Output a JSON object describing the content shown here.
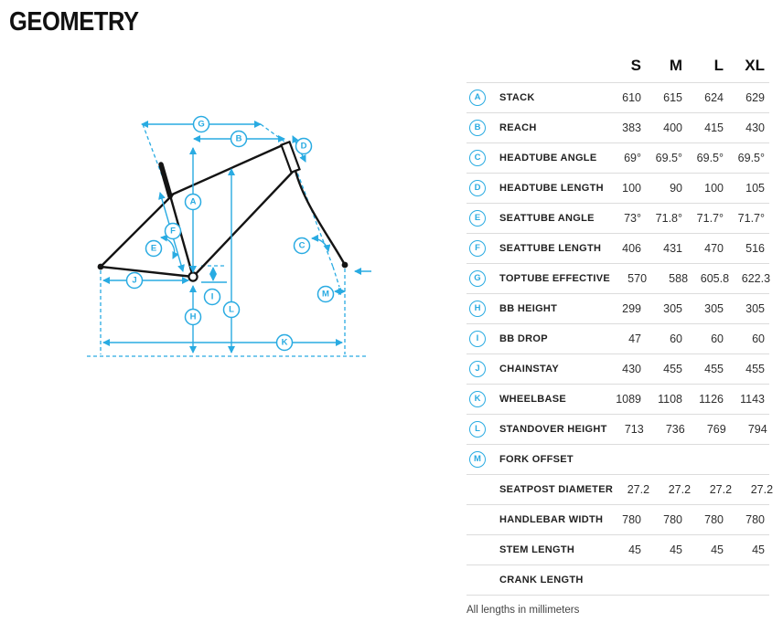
{
  "title": "GEOMETRY",
  "colors": {
    "accent": "#29abe2",
    "frame": "#111111"
  },
  "diagram": {
    "badge_letters": [
      "A",
      "B",
      "C",
      "D",
      "E",
      "F",
      "G",
      "H",
      "I",
      "J",
      "K",
      "L",
      "M"
    ]
  },
  "chart_data": {
    "type": "table",
    "title": "GEOMETRY",
    "columns": [
      "S",
      "M",
      "L",
      "XL"
    ],
    "rows": [
      {
        "letter": "A",
        "label": "STACK",
        "values": [
          "610",
          "615",
          "624",
          "629"
        ]
      },
      {
        "letter": "B",
        "label": "REACH",
        "values": [
          "383",
          "400",
          "415",
          "430"
        ]
      },
      {
        "letter": "C",
        "label": "HEADTUBE ANGLE",
        "values": [
          "69°",
          "69.5°",
          "69.5°",
          "69.5°"
        ]
      },
      {
        "letter": "D",
        "label": "HEADTUBE LENGTH",
        "values": [
          "100",
          "90",
          "100",
          "105"
        ]
      },
      {
        "letter": "E",
        "label": "SEATTUBE ANGLE",
        "values": [
          "73°",
          "71.8°",
          "71.7°",
          "71.7°"
        ]
      },
      {
        "letter": "F",
        "label": "SEATTUBE LENGTH",
        "values": [
          "406",
          "431",
          "470",
          "516"
        ]
      },
      {
        "letter": "G",
        "label": "TOPTUBE EFFECTIVE",
        "values": [
          "570",
          "588",
          "605.8",
          "622.3"
        ]
      },
      {
        "letter": "H",
        "label": "BB HEIGHT",
        "values": [
          "299",
          "305",
          "305",
          "305"
        ]
      },
      {
        "letter": "I",
        "label": "BB DROP",
        "values": [
          "47",
          "60",
          "60",
          "60"
        ]
      },
      {
        "letter": "J",
        "label": "CHAINSTAY",
        "values": [
          "430",
          "455",
          "455",
          "455"
        ]
      },
      {
        "letter": "K",
        "label": "WHEELBASE",
        "values": [
          "1089",
          "1108",
          "1126",
          "1143"
        ]
      },
      {
        "letter": "L",
        "label": "STANDOVER HEIGHT",
        "values": [
          "713",
          "736",
          "769",
          "794"
        ]
      },
      {
        "letter": "M",
        "label": "FORK OFFSET",
        "values": [
          "",
          "",
          "",
          ""
        ]
      },
      {
        "letter": "",
        "label": "SEATPOST DIAMETER",
        "values": [
          "27.2",
          "27.2",
          "27.2",
          "27.2"
        ]
      },
      {
        "letter": "",
        "label": "HANDLEBAR WIDTH",
        "values": [
          "780",
          "780",
          "780",
          "780"
        ]
      },
      {
        "letter": "",
        "label": "STEM LENGTH",
        "values": [
          "45",
          "45",
          "45",
          "45"
        ]
      },
      {
        "letter": "",
        "label": "CRANK LENGTH",
        "values": [
          "",
          "",
          "",
          ""
        ]
      }
    ],
    "footnote": "All lengths in millimeters"
  }
}
